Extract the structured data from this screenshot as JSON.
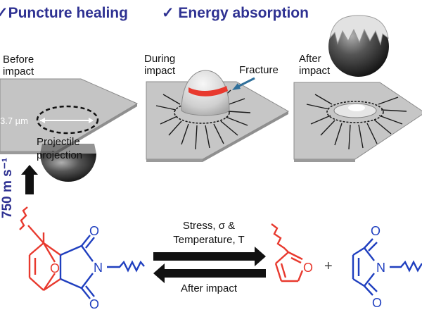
{
  "features": {
    "puncture": "✓Puncture healing",
    "energy": "✓ Energy absorption"
  },
  "panels": {
    "before_line1": "Before",
    "before_line2": "impact",
    "during_line1": "During",
    "during_line2": "impact",
    "after_line1": "After",
    "after_line2": "impact",
    "fracture": "Fracture",
    "diameter": "3.7 µm",
    "projection_line1": "Projectile",
    "projection_line2": "projection",
    "speed": "750 m s⁻¹"
  },
  "reaction": {
    "forward_line1": "Stress, σ &",
    "forward_line2": "Temperature, T",
    "reverse": "After impact",
    "plus": "+",
    "atom_O": "O",
    "atom_N": "N"
  },
  "colors": {
    "title": "#2e3192",
    "furan": "#e8392e",
    "maleimide": "#1f3fbf",
    "fracture": "#e8392e"
  }
}
